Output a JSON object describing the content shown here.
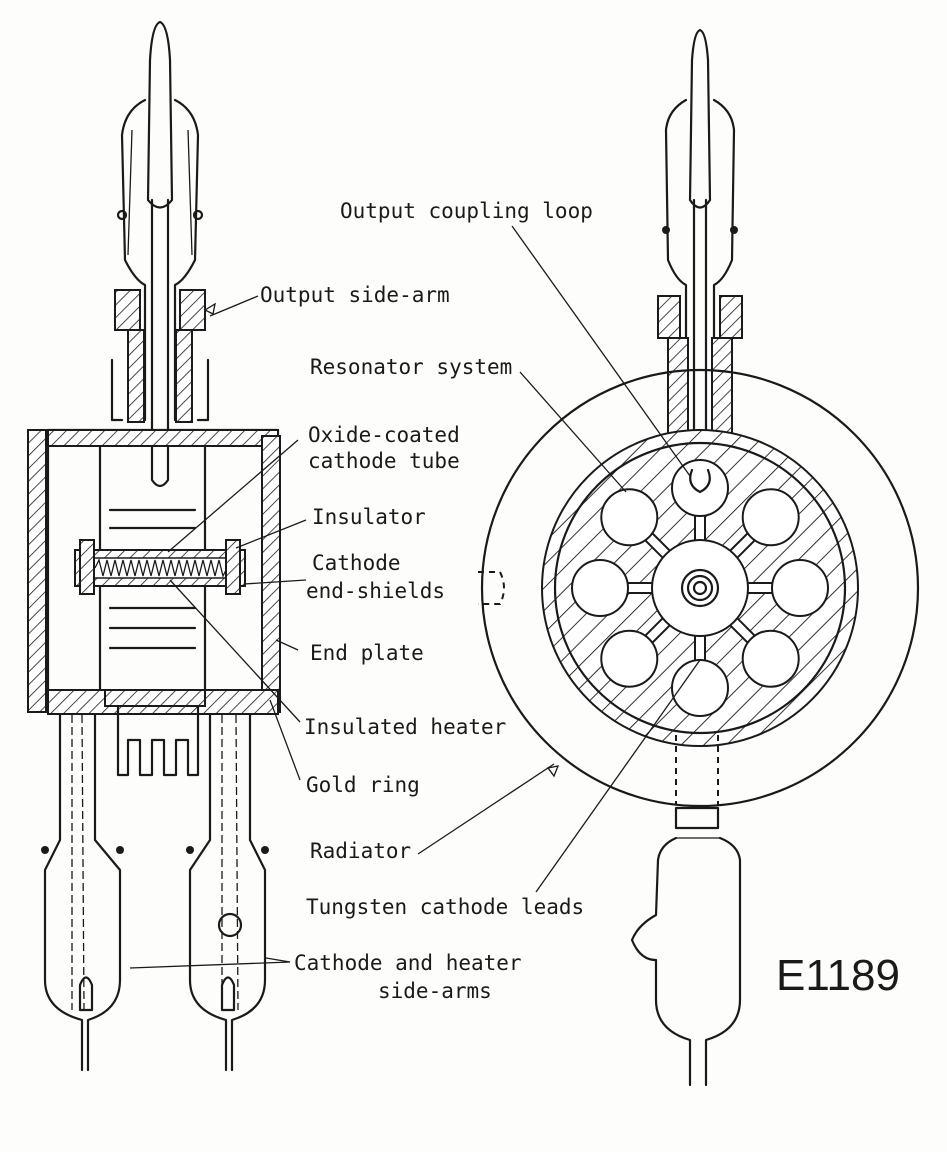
{
  "labels": {
    "output_side_arm": "Output side-arm",
    "oxide_coated_1": "Oxide-coated",
    "oxide_coated_2": "cathode tube",
    "insulator": "Insulator",
    "cathode_end_shields_1": "Cathode",
    "cathode_end_shields_2": "end-shields",
    "end_plate": "End plate",
    "insulated_heater": "Insulated heater",
    "gold_ring": "Gold ring",
    "cathode_heater_arms_1": "Cathode and heater",
    "cathode_heater_arms_2": "side-arms",
    "output_coupling_loop": "Output coupling loop",
    "resonator_system": "Resonator system",
    "radiator": "Radiator",
    "tungsten_cathode_leads": "Tungsten cathode leads"
  },
  "figure_code": "E1189"
}
